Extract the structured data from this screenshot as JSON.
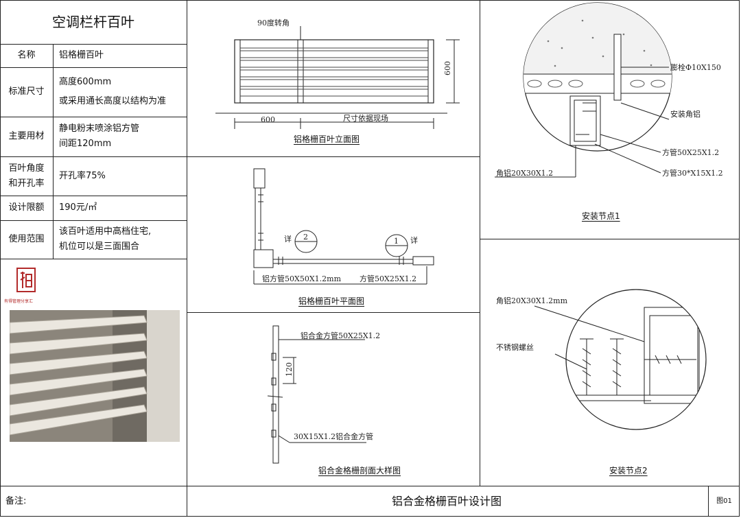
{
  "sheet_title": "空调栏杆百叶",
  "specs": [
    {
      "label": "名称",
      "lines": [
        "铝格栅百叶"
      ]
    },
    {
      "label": "标准尺寸",
      "lines": [
        "高度600mm",
        "或采用通长高度以结构为准"
      ]
    },
    {
      "label": "主要用材",
      "lines": [
        "静电粉末喷涂铝方管",
        "间距120mm"
      ]
    },
    {
      "label": [
        "百叶角度",
        "和开孔率"
      ],
      "lines": [
        "开孔率75%"
      ]
    },
    {
      "label": "设计限额",
      "lines": [
        "190元/㎡"
      ]
    },
    {
      "label": "使用范围",
      "lines": [
        "该百叶适用中高档住宅,",
        "机位可以是三面围合"
      ]
    }
  ],
  "logo_caption": "有得管理分享汇",
  "elevation": {
    "caption": "铝格栅百叶立面图",
    "corner_note": "90度转角",
    "dim_600": "600",
    "dim_site": "尺寸依据现场",
    "dim_height": "600"
  },
  "plan": {
    "caption": "铝格栅百叶平面图",
    "detail_mark": "详",
    "detail_2": "2",
    "detail_1": "1",
    "label_big_tube": "铝方管50X50X1.2mm",
    "label_small_tube": "方管50X25X1.2"
  },
  "section": {
    "caption": "铝合金格栅剖面大样图",
    "label_top": "铝合金方管50X25X1.2",
    "dim": "120",
    "label_bottom": "30X15X1.2铝合金方管"
  },
  "node1": {
    "caption": "安装节点1",
    "bolt": "膨栓Φ10X150",
    "angle_mount": "安装角铝",
    "tube1": "方管50X25X1.2",
    "tube2": "方管30*X15X1.2",
    "angle": "角铝20X30X1.2"
  },
  "node2": {
    "caption": "安装节点2",
    "angle": "角铝20X30X1.2mm",
    "screw": "不锈钢螺丝"
  },
  "footer": {
    "remark_label": "备注:",
    "drawing_title": "铝合金格栅百叶设计图",
    "drawing_no": "图01"
  }
}
